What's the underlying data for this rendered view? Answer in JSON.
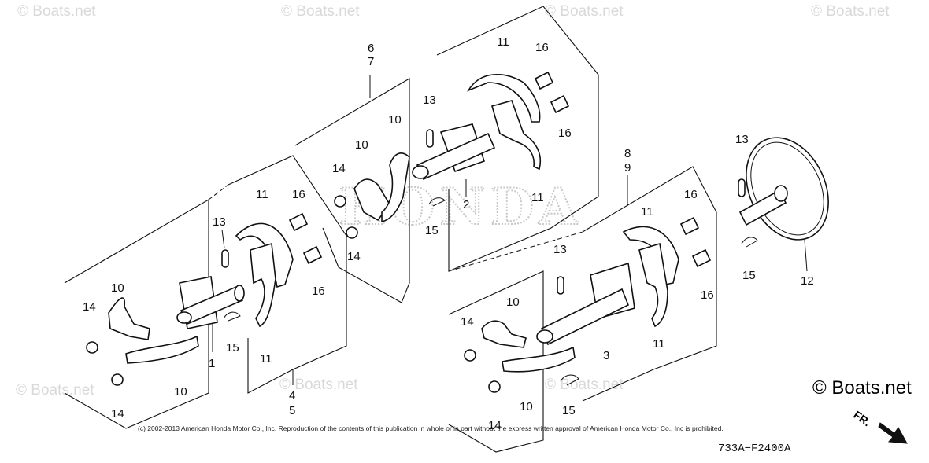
{
  "watermarks": [
    "© Boats.net",
    "© Boats.net",
    "© Boats.net",
    "© Boats.net",
    "© Boats.net",
    "© Boats.net",
    "© Boats.net"
  ],
  "background_brand": "HONDA",
  "brand_text": "© Boats.net",
  "copyright": "(c) 2002-2013 American Honda Motor Co., Inc. Reproduction of the contents of this publication in whole or in part without the express written approval of American Honda Motor Co., Inc is prohibited.",
  "diagram_code": "733A−F2400A",
  "direction_label": "FR.",
  "callouts": {
    "c1": "1",
    "c2": "2",
    "c3": "3",
    "c4": "4",
    "c5": "5",
    "c6": "6",
    "c7": "7",
    "c8": "8",
    "c9": "9",
    "c10a": "10",
    "c10b": "10",
    "c10c": "10",
    "c10d": "10",
    "c10e": "10",
    "c10f": "10",
    "c11a": "11",
    "c11b": "11",
    "c11c": "11",
    "c11d": "11",
    "c11e": "11",
    "c11f": "11",
    "c12": "12",
    "c13a": "13",
    "c13b": "13",
    "c13c": "13",
    "c13d": "13",
    "c14a": "14",
    "c14b": "14",
    "c14c": "14",
    "c14d": "14",
    "c14e": "14",
    "c14f": "14",
    "c15a": "15",
    "c15b": "15",
    "c15c": "15",
    "c15d": "15",
    "c16a": "16",
    "c16b": "16",
    "c16c": "16",
    "c16d": "16",
    "c16e": "16",
    "c16f": "16"
  }
}
